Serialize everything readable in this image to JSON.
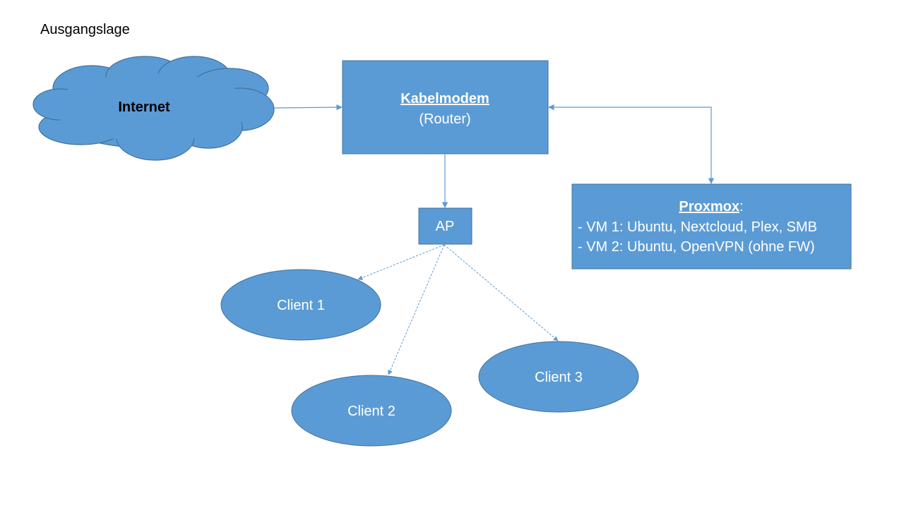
{
  "slide": {
    "title": "Ausgangslage"
  },
  "colors": {
    "fill": "#5B9BD5",
    "stroke": "#41719C",
    "connector": "#5B9BD5",
    "label": "#FFFFFF"
  },
  "nodes": {
    "internet": {
      "label": "Internet",
      "shape": "cloud"
    },
    "router": {
      "title": "Kabelmodem",
      "subtitle": "(Router)",
      "shape": "rectangle"
    },
    "ap": {
      "label": "AP",
      "shape": "rectangle"
    },
    "proxmox": {
      "title": "Proxmox",
      "title_suffix": ":",
      "lines": [
        "- VM 1: Ubuntu, Nextcloud, Plex, SMB",
        "- VM 2: Ubuntu, OpenVPN (ohne FW)"
      ],
      "shape": "rectangle"
    },
    "clients": [
      {
        "label": "Client 1",
        "shape": "ellipse"
      },
      {
        "label": "Client 2",
        "shape": "ellipse"
      },
      {
        "label": "Client 3",
        "shape": "ellipse"
      }
    ]
  },
  "connections": [
    {
      "from": "Internet",
      "to": "Kabelmodem",
      "style": "solid",
      "arrow": "end"
    },
    {
      "from": "Kabelmodem",
      "to": "AP",
      "style": "solid",
      "arrow": "end"
    },
    {
      "from": "Kabelmodem",
      "to": "Proxmox",
      "style": "solid",
      "arrow": "both"
    },
    {
      "from": "AP",
      "to": "Client 1",
      "style": "dashed",
      "arrow": "end"
    },
    {
      "from": "AP",
      "to": "Client 2",
      "style": "dashed",
      "arrow": "end"
    },
    {
      "from": "AP",
      "to": "Client 3",
      "style": "dashed",
      "arrow": "end"
    }
  ]
}
